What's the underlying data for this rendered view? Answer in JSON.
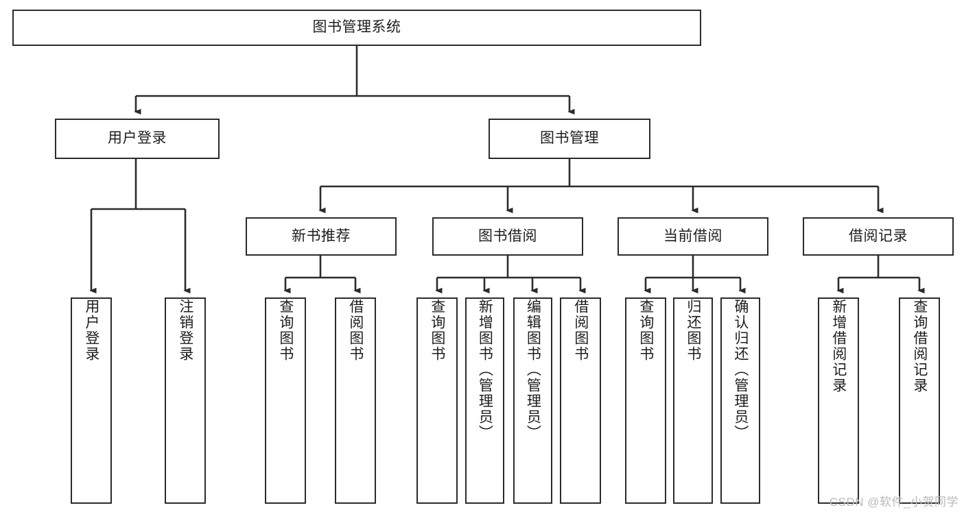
{
  "diagram": {
    "title": "图书管理系统",
    "type": "tree-structure-chart",
    "colors": {
      "box_border": "#2b2b2b",
      "box_fill": "#ffffff",
      "connector": "#2b2b2b",
      "text": "#1d1d1d",
      "watermark": "#b9b9b9"
    },
    "root": {
      "label": "图书管理系统"
    },
    "level2": [
      {
        "label": "用户登录"
      },
      {
        "label": "图书管理"
      }
    ],
    "level3": [
      {
        "label": "新书推荐"
      },
      {
        "label": "图书借阅"
      },
      {
        "label": "当前借阅"
      },
      {
        "label": "借阅记录"
      }
    ],
    "leaves": {
      "user_login": [
        {
          "label": "用户登录"
        },
        {
          "label": "注销登录"
        }
      ],
      "new_book_recommend": [
        {
          "label": "查询图书"
        },
        {
          "label": "借阅图书"
        }
      ],
      "book_borrow": [
        {
          "label": "查询图书"
        },
        {
          "label": "新增图书（管理员）"
        },
        {
          "label": "编辑图书（管理员）"
        },
        {
          "label": "借阅图书"
        }
      ],
      "current_borrow": [
        {
          "label": "查询图书"
        },
        {
          "label": "归还图书"
        },
        {
          "label": "确认归还（管理员）"
        }
      ],
      "borrow_record": [
        {
          "label": "新增借阅记录"
        },
        {
          "label": "查询借阅记录"
        }
      ]
    }
  },
  "watermark": {
    "text": "CSDN @软件_小贺同学"
  }
}
